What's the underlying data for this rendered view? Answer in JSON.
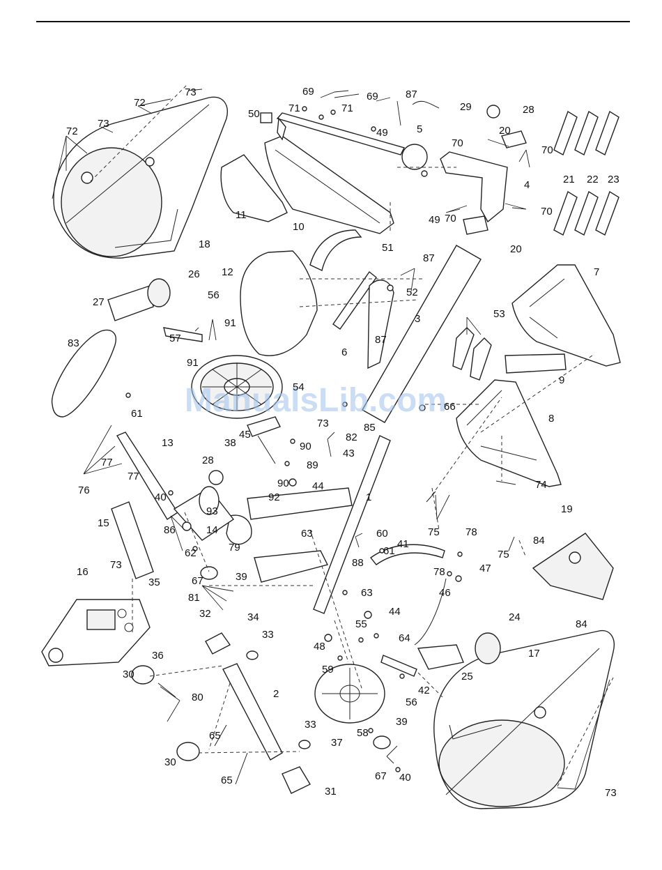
{
  "watermark": "ManualsLib.com",
  "callouts": [
    {
      "id": "c1",
      "text": "1"
    },
    {
      "id": "c2",
      "text": "2"
    },
    {
      "id": "c3",
      "text": "3"
    },
    {
      "id": "c4",
      "text": "4"
    },
    {
      "id": "c5",
      "text": "5"
    },
    {
      "id": "c6",
      "text": "6"
    },
    {
      "id": "c7",
      "text": "7"
    },
    {
      "id": "c8",
      "text": "8"
    },
    {
      "id": "c9",
      "text": "9"
    },
    {
      "id": "c10",
      "text": "10"
    },
    {
      "id": "c11",
      "text": "11"
    },
    {
      "id": "c12",
      "text": "12"
    },
    {
      "id": "c13",
      "text": "13"
    },
    {
      "id": "c14",
      "text": "14"
    },
    {
      "id": "c15",
      "text": "15"
    },
    {
      "id": "c16",
      "text": "16"
    },
    {
      "id": "c17",
      "text": "17"
    },
    {
      "id": "c18",
      "text": "18"
    },
    {
      "id": "c19",
      "text": "19"
    },
    {
      "id": "c20a",
      "text": "20"
    },
    {
      "id": "c20b",
      "text": "20"
    },
    {
      "id": "c21",
      "text": "21"
    },
    {
      "id": "c22",
      "text": "22"
    },
    {
      "id": "c23",
      "text": "23"
    },
    {
      "id": "c24",
      "text": "24"
    },
    {
      "id": "c25",
      "text": "25"
    },
    {
      "id": "c26",
      "text": "26"
    },
    {
      "id": "c27",
      "text": "27"
    },
    {
      "id": "c28a",
      "text": "28"
    },
    {
      "id": "c28b",
      "text": "28"
    },
    {
      "id": "c29",
      "text": "29"
    },
    {
      "id": "c30a",
      "text": "30"
    },
    {
      "id": "c30b",
      "text": "30"
    },
    {
      "id": "c31",
      "text": "31"
    },
    {
      "id": "c32",
      "text": "32"
    },
    {
      "id": "c33a",
      "text": "33"
    },
    {
      "id": "c33b",
      "text": "33"
    },
    {
      "id": "c34",
      "text": "34"
    },
    {
      "id": "c35",
      "text": "35"
    },
    {
      "id": "c36",
      "text": "36"
    },
    {
      "id": "c37",
      "text": "37"
    },
    {
      "id": "c38",
      "text": "38"
    },
    {
      "id": "c39a",
      "text": "39"
    },
    {
      "id": "c39b",
      "text": "39"
    },
    {
      "id": "c40a",
      "text": "40"
    },
    {
      "id": "c40b",
      "text": "40"
    },
    {
      "id": "c41",
      "text": "41"
    },
    {
      "id": "c42",
      "text": "42"
    },
    {
      "id": "c43",
      "text": "43"
    },
    {
      "id": "c44a",
      "text": "44"
    },
    {
      "id": "c44b",
      "text": "44"
    },
    {
      "id": "c45",
      "text": "45"
    },
    {
      "id": "c46",
      "text": "46"
    },
    {
      "id": "c47",
      "text": "47"
    },
    {
      "id": "c48",
      "text": "48"
    },
    {
      "id": "c49a",
      "text": "49"
    },
    {
      "id": "c49b",
      "text": "49"
    },
    {
      "id": "c50",
      "text": "50"
    },
    {
      "id": "c51",
      "text": "51"
    },
    {
      "id": "c52",
      "text": "52"
    },
    {
      "id": "c53",
      "text": "53"
    },
    {
      "id": "c54",
      "text": "54"
    },
    {
      "id": "c55",
      "text": "55"
    },
    {
      "id": "c56a",
      "text": "56"
    },
    {
      "id": "c56b",
      "text": "56"
    },
    {
      "id": "c57",
      "text": "57"
    },
    {
      "id": "c58",
      "text": "58"
    },
    {
      "id": "c59",
      "text": "59"
    },
    {
      "id": "c60",
      "text": "60"
    },
    {
      "id": "c61a",
      "text": "61"
    },
    {
      "id": "c61b",
      "text": "61"
    },
    {
      "id": "c62",
      "text": "62"
    },
    {
      "id": "c63a",
      "text": "63"
    },
    {
      "id": "c63b",
      "text": "63"
    },
    {
      "id": "c64",
      "text": "64"
    },
    {
      "id": "c65a",
      "text": "65"
    },
    {
      "id": "c65b",
      "text": "65"
    },
    {
      "id": "c66",
      "text": "66"
    },
    {
      "id": "c67a",
      "text": "67"
    },
    {
      "id": "c67b",
      "text": "67"
    },
    {
      "id": "c69a",
      "text": "69"
    },
    {
      "id": "c69b",
      "text": "69"
    },
    {
      "id": "c70a",
      "text": "70"
    },
    {
      "id": "c70b",
      "text": "70"
    },
    {
      "id": "c70c",
      "text": "70"
    },
    {
      "id": "c70d",
      "text": "70"
    },
    {
      "id": "c71a",
      "text": "71"
    },
    {
      "id": "c71b",
      "text": "71"
    },
    {
      "id": "c72a",
      "text": "72"
    },
    {
      "id": "c72b",
      "text": "72"
    },
    {
      "id": "c73a",
      "text": "73"
    },
    {
      "id": "c73b",
      "text": "73"
    },
    {
      "id": "c73c",
      "text": "73"
    },
    {
      "id": "c73d",
      "text": "73"
    },
    {
      "id": "c73e",
      "text": "73"
    },
    {
      "id": "c74",
      "text": "74"
    },
    {
      "id": "c75a",
      "text": "75"
    },
    {
      "id": "c75b",
      "text": "75"
    },
    {
      "id": "c76",
      "text": "76"
    },
    {
      "id": "c77a",
      "text": "77"
    },
    {
      "id": "c77b",
      "text": "77"
    },
    {
      "id": "c78a",
      "text": "78"
    },
    {
      "id": "c78b",
      "text": "78"
    },
    {
      "id": "c79",
      "text": "79"
    },
    {
      "id": "c80",
      "text": "80"
    },
    {
      "id": "c81",
      "text": "81"
    },
    {
      "id": "c82",
      "text": "82"
    },
    {
      "id": "c83",
      "text": "83"
    },
    {
      "id": "c84a",
      "text": "84"
    },
    {
      "id": "c84b",
      "text": "84"
    },
    {
      "id": "c85",
      "text": "85"
    },
    {
      "id": "c86",
      "text": "86"
    },
    {
      "id": "c87a",
      "text": "87"
    },
    {
      "id": "c87b",
      "text": "87"
    },
    {
      "id": "c87c",
      "text": "87"
    },
    {
      "id": "c88",
      "text": "88"
    },
    {
      "id": "c89",
      "text": "89"
    },
    {
      "id": "c90a",
      "text": "90"
    },
    {
      "id": "c90b",
      "text": "90"
    },
    {
      "id": "c91a",
      "text": "91"
    },
    {
      "id": "c91b",
      "text": "91"
    },
    {
      "id": "c92",
      "text": "92"
    },
    {
      "id": "c93",
      "text": "93"
    }
  ]
}
